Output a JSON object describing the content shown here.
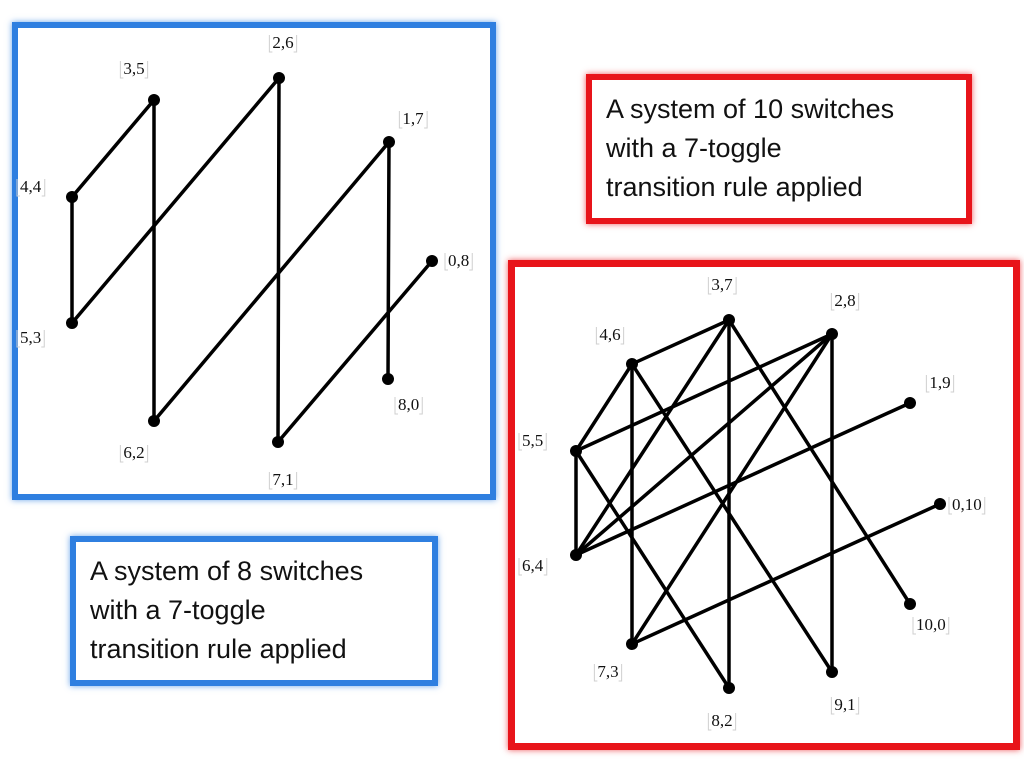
{
  "captions": {
    "ten": [
      "A system of 10 switches",
      "with a 7-toggle",
      "transition rule applied"
    ],
    "eight": [
      "A system of 8 switches",
      "with a 7-toggle",
      "transition rule applied"
    ]
  },
  "graphs": {
    "eight": {
      "nodes": [
        {
          "id": "3,5",
          "label": "3,5"
        },
        {
          "id": "2,6",
          "label": "2,6"
        },
        {
          "id": "1,7",
          "label": "1,7"
        },
        {
          "id": "0,8",
          "label": "0,8"
        },
        {
          "id": "4,4",
          "label": "4,4"
        },
        {
          "id": "5,3",
          "label": "5,3"
        },
        {
          "id": "8,0",
          "label": "8,0"
        },
        {
          "id": "6,2",
          "label": "6,2"
        },
        {
          "id": "7,1",
          "label": "7,1"
        }
      ],
      "edges": [
        [
          "4,4",
          "3,5"
        ],
        [
          "4,4",
          "5,3"
        ],
        [
          "3,5",
          "6,2"
        ],
        [
          "5,3",
          "2,6"
        ],
        [
          "2,6",
          "7,1"
        ],
        [
          "6,2",
          "1,7"
        ],
        [
          "1,7",
          "8,0"
        ],
        [
          "7,1",
          "0,8"
        ]
      ]
    },
    "ten": {
      "nodes": [
        {
          "id": "3,7",
          "label": "3,7"
        },
        {
          "id": "2,8",
          "label": "2,8"
        },
        {
          "id": "4,6",
          "label": "4,6"
        },
        {
          "id": "1,9",
          "label": "1,9"
        },
        {
          "id": "5,5",
          "label": "5,5"
        },
        {
          "id": "0,10",
          "label": "0,10"
        },
        {
          "id": "6,4",
          "label": "6,4"
        },
        {
          "id": "10,0",
          "label": "10,0"
        },
        {
          "id": "7,3",
          "label": "7,3"
        },
        {
          "id": "9,1",
          "label": "9,1"
        },
        {
          "id": "8,2",
          "label": "8,2"
        }
      ],
      "edges": [
        [
          "4,6",
          "3,7"
        ],
        [
          "4,6",
          "7,3"
        ],
        [
          "4,6",
          "9,1"
        ],
        [
          "4,6",
          "5,5"
        ],
        [
          "3,7",
          "6,4"
        ],
        [
          "3,7",
          "8,2"
        ],
        [
          "3,7",
          "10,0"
        ],
        [
          "2,8",
          "5,5"
        ],
        [
          "2,8",
          "7,3"
        ],
        [
          "2,8",
          "9,1"
        ],
        [
          "1,9",
          "6,4"
        ],
        [
          "5,5",
          "6,4"
        ],
        [
          "5,5",
          "8,2"
        ],
        [
          "6,4",
          "2,8"
        ],
        [
          "0,10",
          "7,3"
        ]
      ]
    }
  }
}
